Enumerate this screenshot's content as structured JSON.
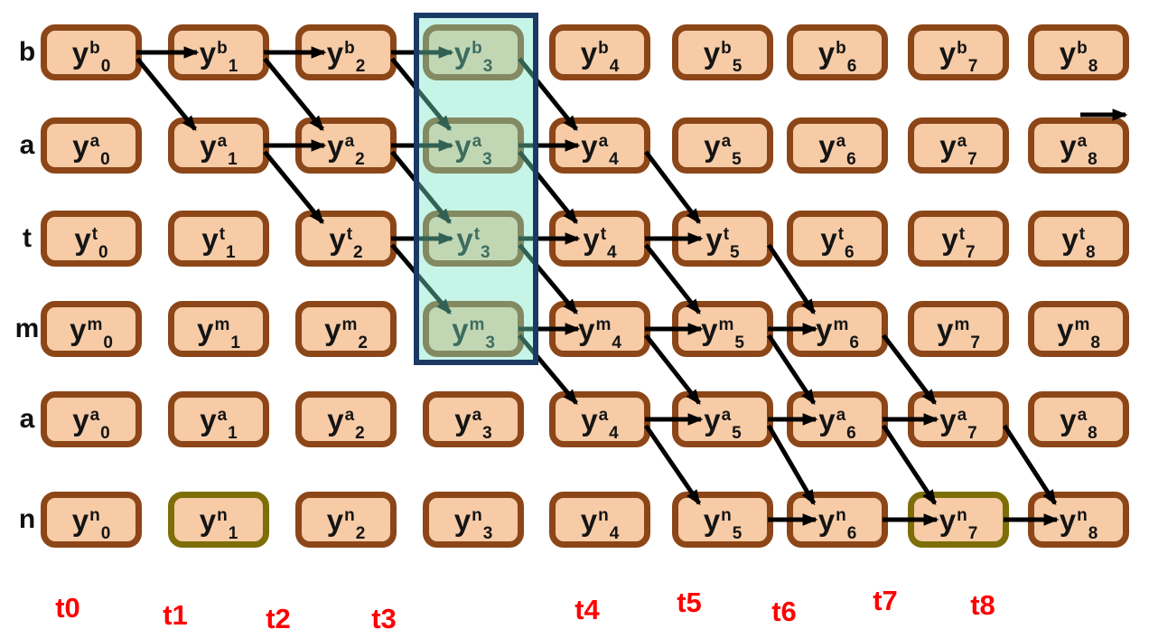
{
  "diagram": {
    "cell_base": "y",
    "rows": [
      {
        "label": "b",
        "sup": "b",
        "subs": [
          "0",
          "1",
          "2",
          "3",
          "4",
          "5",
          "6",
          "7",
          "8"
        ]
      },
      {
        "label": "a",
        "sup": "a",
        "subs": [
          "0",
          "1",
          "2",
          "3",
          "4",
          "5",
          "6",
          "7",
          "8"
        ]
      },
      {
        "label": "t",
        "sup": "t",
        "subs": [
          "0",
          "1",
          "2",
          "3",
          "4",
          "5",
          "6",
          "7",
          "8"
        ]
      },
      {
        "label": "m",
        "sup": "m",
        "subs": [
          "0",
          "1",
          "2",
          "3",
          "4",
          "5",
          "6",
          "7",
          "8"
        ]
      },
      {
        "label": "a",
        "sup": "a",
        "subs": [
          "0",
          "1",
          "2",
          "3",
          "4",
          "5",
          "6",
          "7",
          "8"
        ]
      },
      {
        "label": "n",
        "sup": "n",
        "subs": [
          "0",
          "1",
          "2",
          "3",
          "4",
          "5",
          "6",
          "7",
          "8"
        ]
      }
    ],
    "time_labels": [
      "t0",
      "t1",
      "t2",
      "t3",
      "t4",
      "t5",
      "t6",
      "t7",
      "t8"
    ],
    "highlight": {
      "column_index": 3,
      "rows_covered": [
        "b",
        "a",
        "t",
        "m"
      ]
    },
    "olive_outline_cells": [
      {
        "row": 5,
        "col": 1
      },
      {
        "row": 5,
        "col": 7
      }
    ],
    "arrows": {
      "horizontal": [
        [
          0,
          0
        ],
        [
          0,
          1
        ],
        [
          0,
          2
        ],
        [
          1,
          1
        ],
        [
          1,
          2
        ],
        [
          1,
          3
        ],
        [
          2,
          2
        ],
        [
          2,
          3
        ],
        [
          2,
          4
        ],
        [
          3,
          3
        ],
        [
          3,
          4
        ],
        [
          3,
          5
        ],
        [
          4,
          4
        ],
        [
          4,
          5
        ],
        [
          4,
          6
        ],
        [
          5,
          5
        ],
        [
          5,
          6
        ],
        [
          5,
          7
        ]
      ],
      "diagonal": [
        [
          0,
          0
        ],
        [
          0,
          1
        ],
        [
          0,
          2
        ],
        [
          0,
          3
        ],
        [
          1,
          1
        ],
        [
          1,
          2
        ],
        [
          1,
          3
        ],
        [
          1,
          4
        ],
        [
          2,
          2
        ],
        [
          2,
          3
        ],
        [
          2,
          4
        ],
        [
          2,
          5
        ],
        [
          3,
          3
        ],
        [
          3,
          4
        ],
        [
          3,
          5
        ],
        [
          3,
          6
        ],
        [
          4,
          4
        ],
        [
          4,
          5
        ],
        [
          4,
          6
        ],
        [
          4,
          7
        ]
      ],
      "continuation": {
        "row": 1,
        "col": 8
      }
    },
    "colors": {
      "box_fill": "#F6CBA6",
      "box_border": "#8C4617",
      "olive_border": "#7D6E08",
      "highlight_fill": "rgba(120,230,200,0.42)",
      "highlight_border": "#1B3A63",
      "arrow": "#000000",
      "time_label": "#FE0000",
      "text": "#141414"
    }
  }
}
